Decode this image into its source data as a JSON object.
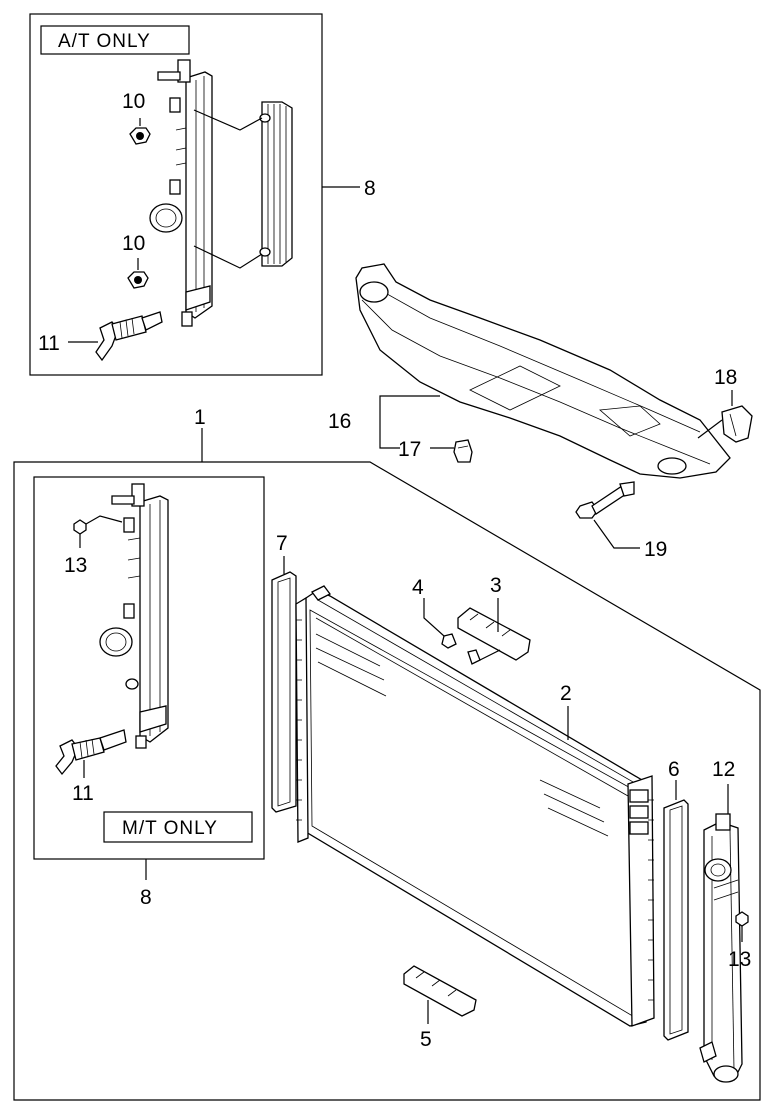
{
  "diagram": {
    "at_box_label": "A/T  ONLY",
    "mt_box_label": "M/T  ONLY",
    "callouts": {
      "c1": "1",
      "c2": "2",
      "c3": "3",
      "c4": "4",
      "c5": "5",
      "c6": "6",
      "c7": "7",
      "c8_top": "8",
      "c8_bottom": "8",
      "c10_top": "10",
      "c10_bottom": "10",
      "c11_top": "11",
      "c11_bottom": "11",
      "c12": "12",
      "c13_left": "13",
      "c13_right": "13",
      "c16": "16",
      "c17": "17",
      "c18": "18",
      "c19": "19"
    }
  }
}
